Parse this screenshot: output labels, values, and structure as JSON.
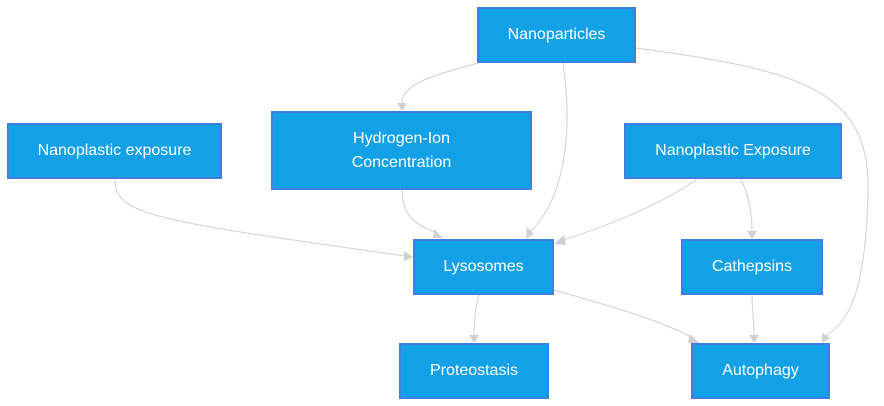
{
  "nodes": {
    "nanoparticles": "Nanoparticles",
    "hydrogen_ion_line1": "Hydrogen-Ion",
    "hydrogen_ion_line2": "Concentration",
    "nanoplastic_exposure_lower": "Nanoplastic exposure",
    "nanoplastic_exposure_upper": "Nanoplastic Exposure",
    "lysosomes": "Lysosomes",
    "cathepsins": "Cathepsins",
    "proteostasis": "Proteostasis",
    "autophagy": "Autophagy"
  },
  "edges": [
    {
      "from": "Nanoparticles",
      "to": "Hydrogen-Ion Concentration"
    },
    {
      "from": "Nanoparticles",
      "to": "Lysosomes"
    },
    {
      "from": "Nanoparticles",
      "to": "Autophagy"
    },
    {
      "from": "Nanoplastic exposure",
      "to": "Lysosomes"
    },
    {
      "from": "Hydrogen-Ion Concentration",
      "to": "Lysosomes"
    },
    {
      "from": "Nanoplastic Exposure",
      "to": "Lysosomes"
    },
    {
      "from": "Nanoplastic Exposure",
      "to": "Cathepsins"
    },
    {
      "from": "Lysosomes",
      "to": "Proteostasis"
    },
    {
      "from": "Lysosomes",
      "to": "Autophagy"
    },
    {
      "from": "Cathepsins",
      "to": "Autophagy"
    }
  ],
  "colors": {
    "node_fill": "#12a1e6",
    "node_border": "#3f7fe0",
    "node_text": "#ffffff",
    "edge": "#d0d0d0"
  }
}
